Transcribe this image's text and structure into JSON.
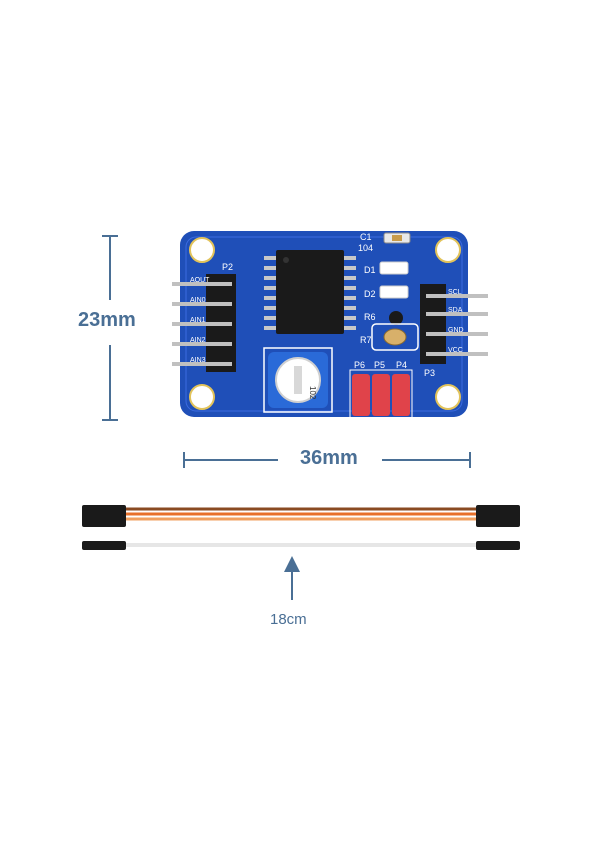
{
  "dimensions": {
    "height": "23mm",
    "width": "36mm",
    "cable_length": "18cm"
  },
  "board": {
    "header_left": "P2",
    "header_right": "P3",
    "left_pins": [
      "AOUT",
      "AIN0",
      "AIN1",
      "AIN2",
      "AIN3"
    ],
    "right_pins": [
      "SCL",
      "SDA",
      "GND",
      "VCC"
    ],
    "jumpers": [
      "P6",
      "P5",
      "P4"
    ],
    "components": {
      "c1": "C1",
      "c1_value": "104",
      "d1": "D1",
      "d2": "D2",
      "r6": "R6",
      "r7": "R7",
      "pot_value": "102"
    }
  },
  "colors": {
    "pcb": "#1f4fb8",
    "accent": "#4a6f95",
    "jumper": "#e0434a",
    "cable_orange": "#e8702a",
    "cable_brown": "#8a4a22",
    "cable_white": "#f2f2f2"
  }
}
